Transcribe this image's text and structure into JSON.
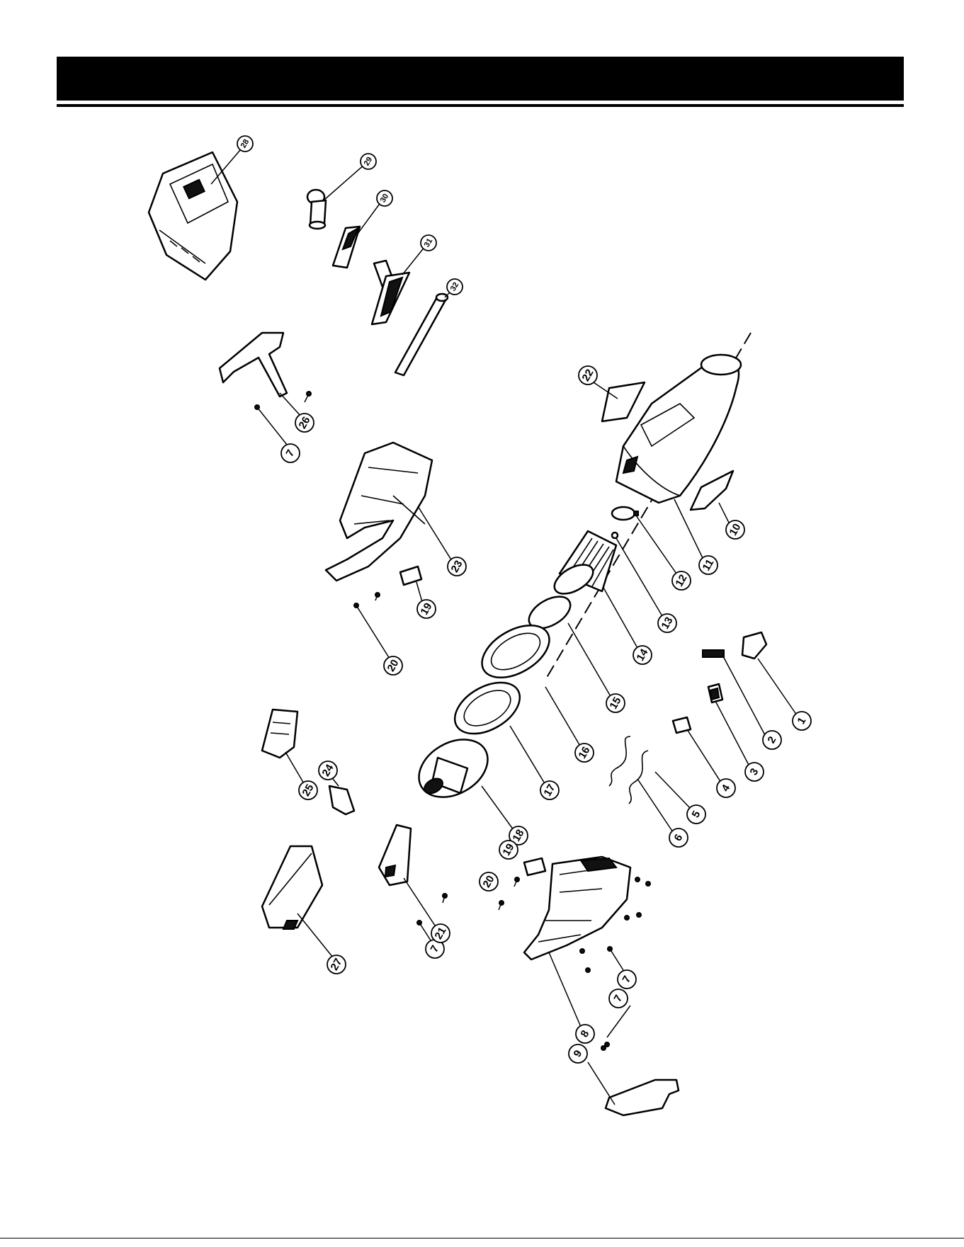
{
  "header": {
    "title": ""
  },
  "diagram": {
    "label_rotation_deg": -60,
    "screw_label": "7",
    "callouts": [
      {
        "id": "p1",
        "label": "1"
      },
      {
        "id": "p2",
        "label": "2"
      },
      {
        "id": "p3",
        "label": "3"
      },
      {
        "id": "p4",
        "label": "4"
      },
      {
        "id": "p5",
        "label": "5"
      },
      {
        "id": "p6",
        "label": "6"
      },
      {
        "id": "p7a",
        "label": "7"
      },
      {
        "id": "p7b",
        "label": "7"
      },
      {
        "id": "p7c",
        "label": "7"
      },
      {
        "id": "p7d",
        "label": "7"
      },
      {
        "id": "p8",
        "label": "8"
      },
      {
        "id": "p9",
        "label": "9"
      },
      {
        "id": "p10",
        "label": "10"
      },
      {
        "id": "p11",
        "label": "11"
      },
      {
        "id": "p12",
        "label": "12"
      },
      {
        "id": "p13",
        "label": "13"
      },
      {
        "id": "p14",
        "label": "14"
      },
      {
        "id": "p15",
        "label": "15"
      },
      {
        "id": "p16",
        "label": "16"
      },
      {
        "id": "p17",
        "label": "17"
      },
      {
        "id": "p18",
        "label": "18"
      },
      {
        "id": "p19a",
        "label": "19"
      },
      {
        "id": "p19b",
        "label": "19"
      },
      {
        "id": "p20a",
        "label": "20"
      },
      {
        "id": "p20b",
        "label": "20"
      },
      {
        "id": "p21",
        "label": "21"
      },
      {
        "id": "p22",
        "label": "22"
      },
      {
        "id": "p23",
        "label": "23"
      },
      {
        "id": "p24",
        "label": "24"
      },
      {
        "id": "p25",
        "label": "25"
      },
      {
        "id": "p26",
        "label": "26"
      },
      {
        "id": "p27",
        "label": "27"
      },
      {
        "id": "p28",
        "label": "28"
      },
      {
        "id": "p29",
        "label": "29"
      },
      {
        "id": "p30",
        "label": "30"
      },
      {
        "id": "p31",
        "label": "31"
      },
      {
        "id": "p32",
        "label": "32"
      }
    ]
  },
  "colors": {
    "ink": "#000000",
    "paper": "#ffffff"
  }
}
